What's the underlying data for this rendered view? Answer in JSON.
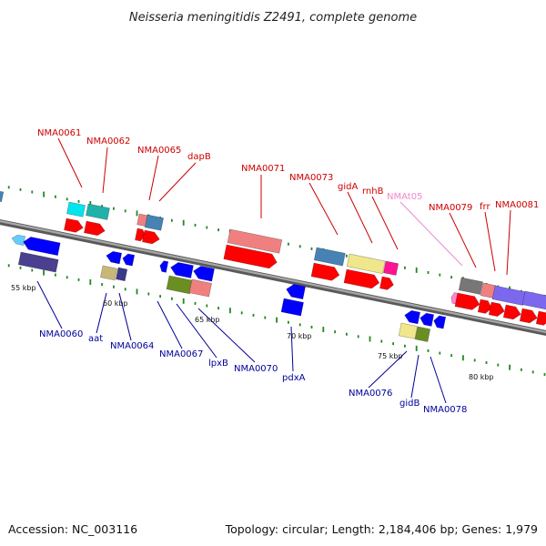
{
  "title": "Neisseria meningitidis Z2491, complete genome",
  "footer": {
    "accession": "Accession: NC_003116",
    "topology": "Topology: circular; Length: 2,184,406 bp; Genes: 1,979"
  },
  "colors": {
    "backbone": "#888888",
    "ticks": "#228822",
    "top_label": "#cc0000",
    "bottom_label": "#000099",
    "trna_label": "#ee88cc",
    "cds": "#ff0000",
    "cds_reverse": "#0000ff"
  },
  "scale_marks": [
    {
      "label": "55 kbp",
      "kbp": 55
    },
    {
      "label": "60 kbp",
      "kbp": 60
    },
    {
      "label": "65 kbp",
      "kbp": 65
    },
    {
      "label": "70 kbp",
      "kbp": 70
    },
    {
      "label": "75 kbp",
      "kbp": 75
    },
    {
      "label": "80 kbp",
      "kbp": 80
    }
  ],
  "top_labels": [
    {
      "text": "NMA0061",
      "kind": "cds"
    },
    {
      "text": "NMA0062",
      "kind": "cds"
    },
    {
      "text": "NMA0065",
      "kind": "cds"
    },
    {
      "text": "dapB",
      "kind": "cds"
    },
    {
      "text": "NMA0071",
      "kind": "cds"
    },
    {
      "text": "NMA0073",
      "kind": "cds"
    },
    {
      "text": "gidA",
      "kind": "cds"
    },
    {
      "text": "rnhB",
      "kind": "cds"
    },
    {
      "text": "NMAt05",
      "kind": "trna"
    },
    {
      "text": "NMA0079",
      "kind": "cds"
    },
    {
      "text": "frr",
      "kind": "cds"
    },
    {
      "text": "NMA0081",
      "kind": "cds"
    }
  ],
  "bottom_labels": [
    {
      "text": "NMA0060"
    },
    {
      "text": "aat"
    },
    {
      "text": "NMA0064"
    },
    {
      "text": "NMA0067"
    },
    {
      "text": "lpxB"
    },
    {
      "text": "NMA0070"
    },
    {
      "text": "pdxA"
    },
    {
      "text": "NMA0076"
    },
    {
      "text": "gidB"
    },
    {
      "text": "NMA0078"
    }
  ]
}
